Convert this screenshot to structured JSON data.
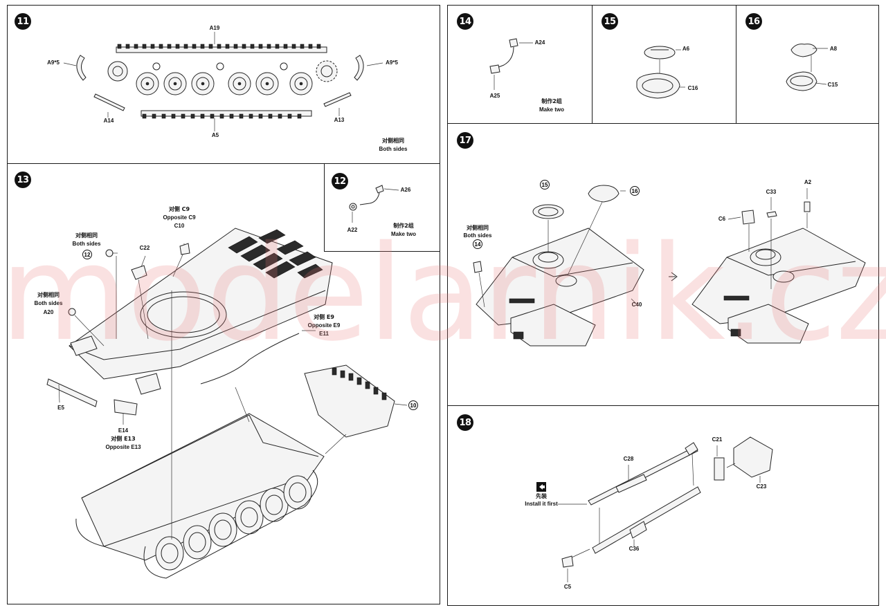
{
  "watermark": {
    "text": "modelarnik.cz"
  },
  "step11": {
    "number": "11",
    "labels": {
      "a19": "A19",
      "a9_left": "A9*5",
      "a9_right": "A9*5",
      "a14": "A14",
      "a13": "A13",
      "a5": "A5"
    },
    "note_cn": "对侧相同",
    "note_en": "Both sides"
  },
  "step12": {
    "number": "12",
    "labels": {
      "a26": "A26",
      "a22": "A22"
    },
    "note_cn": "制作2组",
    "note_en": "Make two"
  },
  "step13": {
    "number": "13",
    "labels": {
      "opp_c9_cn": "对侧 C9",
      "opp_c9_en": "Opposite C9",
      "c10": "C10",
      "both_sides_cn_1": "对侧相同",
      "both_sides_en_1": "Both sides",
      "ref12": "12",
      "c22": "C22",
      "both_sides_cn_2": "对侧相同",
      "both_sides_en_2": "Both sides",
      "a20": "A20",
      "opp_e9_cn": "对侧 E9",
      "opp_e9_en": "Opposite E9",
      "e11": "E11",
      "e5": "E5",
      "e14": "E14",
      "opp_e13_cn": "对侧 E13",
      "opp_e13_en": "Opposite E13",
      "ref10": "10"
    }
  },
  "step14": {
    "number": "14",
    "labels": {
      "a24": "A24",
      "a25": "A25"
    },
    "note_cn": "制作2组",
    "note_en": "Make two"
  },
  "step15": {
    "number": "15",
    "labels": {
      "a6": "A6",
      "c16": "C16"
    }
  },
  "step16": {
    "number": "16",
    "labels": {
      "a8": "A8",
      "c15": "C15"
    }
  },
  "step17": {
    "number": "17",
    "labels": {
      "ref15": "15",
      "ref16": "16",
      "ref14": "14",
      "both_sides_cn": "对侧相同",
      "both_sides_en": "Both sides",
      "c40": "C40",
      "c33": "C33",
      "a2": "A2",
      "c6": "C6"
    }
  },
  "step18": {
    "number": "18",
    "labels": {
      "c28": "C28",
      "c21": "C21",
      "c23": "C23",
      "c36": "C36",
      "c5": "C5",
      "install_cn": "先装",
      "install_en": "Install it first"
    }
  }
}
